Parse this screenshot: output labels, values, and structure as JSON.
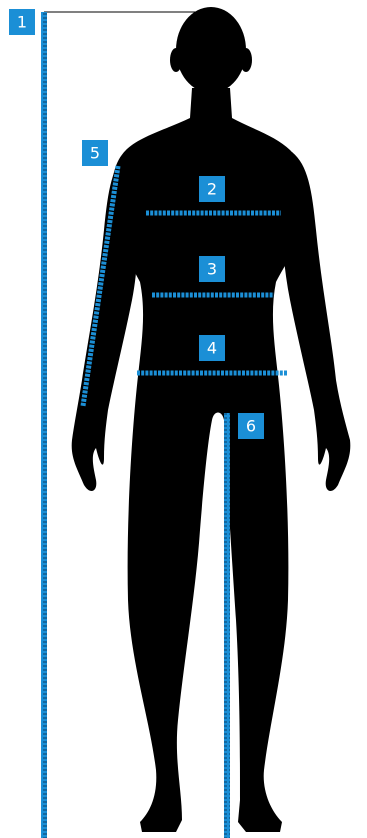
{
  "colors": {
    "silhouette": "#000000",
    "measure_line": "#1b8fd6",
    "badge_bg": "#1b8fd6",
    "badge_text": "#ffffff",
    "background": "#ffffff"
  },
  "markers": [
    {
      "id": "height",
      "label": "1"
    },
    {
      "id": "chest",
      "label": "2"
    },
    {
      "id": "waist",
      "label": "3"
    },
    {
      "id": "hips",
      "label": "4"
    },
    {
      "id": "sleeve",
      "label": "5"
    },
    {
      "id": "inseam",
      "label": "6"
    }
  ]
}
